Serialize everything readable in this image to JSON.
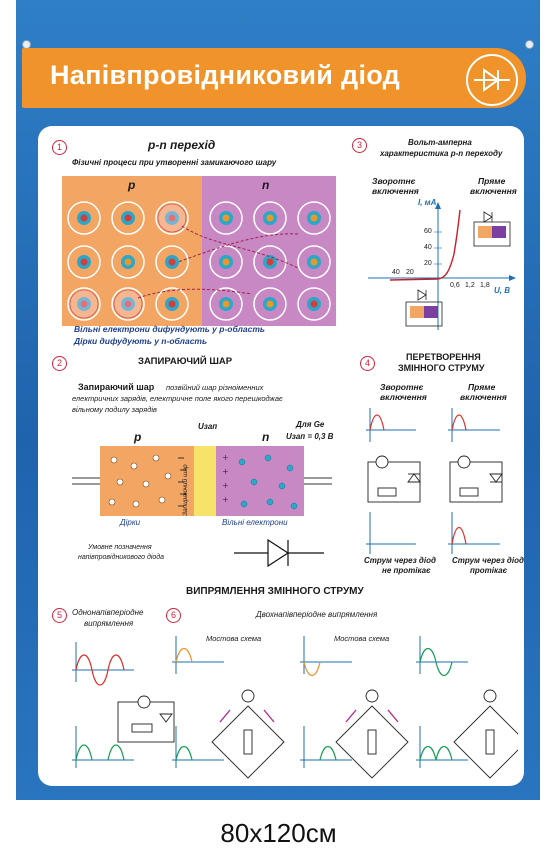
{
  "header": {
    "title": "Напівпровідниковий діод"
  },
  "sec1": {
    "num": "1",
    "title": "p-n перехід",
    "subtitle": "Фізичні процеси при утворенні замикаючого шару",
    "p_label": "p",
    "n_label": "n",
    "note1": "Вільні електрони дифундують у р-область",
    "note2": "Дірки дифудують у n-область"
  },
  "sec3": {
    "num": "3",
    "title1": "Вольт-амперна",
    "title2": "характеристика р-n переходу",
    "reverse1": "Зворотнє",
    "reverse2": "включення",
    "forward1": "Пряме",
    "forward2": "включення",
    "y_axis": "I, мА",
    "x_axis": "U, В",
    "y_ticks": [
      "60",
      "40",
      "20"
    ],
    "x_ticks": [
      "0,6",
      "1,2",
      "1,8"
    ],
    "neg_ticks": [
      "40",
      "20"
    ]
  },
  "sec2": {
    "num": "2",
    "title": "ЗАПИРАЮЧИЙ ШАР",
    "term": "Запираючий шар",
    "def1": "позвійний шар різноіменних",
    "def2": "електричних зарядів, електричне поле якого перешкоджає",
    "def3": "вільному подилу зарядів",
    "u_label": "Uзап",
    "for_ge": "Для Ge",
    "u_value": "Uзап = 0,3 В",
    "p_label": "p",
    "n_label": "n",
    "layer_label": "Запираючий шар",
    "holes": "Дірки",
    "electrons": "Вільні електрони",
    "symbol1": "Умовне позначення",
    "symbol2": "напівпровідникового діода"
  },
  "sec4": {
    "num": "4",
    "title1": "ПЕРЕТВОРЕННЯ",
    "title2": "ЗМІННОГО СТРУМУ",
    "reverse1": "Зворотнє",
    "reverse2": "включення",
    "forward1": "Пряме",
    "forward2": "включення",
    "no_current1": "Струм через діод",
    "no_current2": "не протікає",
    "current1": "Струм через діод",
    "current2": "протікає"
  },
  "rect": {
    "title": "ВИПРЯМЛЕННЯ ЗМІННОГО СТРУМУ"
  },
  "sec5": {
    "num": "5",
    "title1": "Однонапівперіодне",
    "title2": "випрямлення"
  },
  "sec6": {
    "num": "6",
    "title": "Двохнапівперіодне випрямлення",
    "bridge1": "Мостова схема",
    "bridge2": "Мостова схема"
  },
  "caption": "80x120см",
  "colors": {
    "banner": "#f0932a",
    "blue": "#1f63ad",
    "p_region": "#f3a563",
    "n_region": "#c788c4",
    "accent": "#d1243f"
  }
}
